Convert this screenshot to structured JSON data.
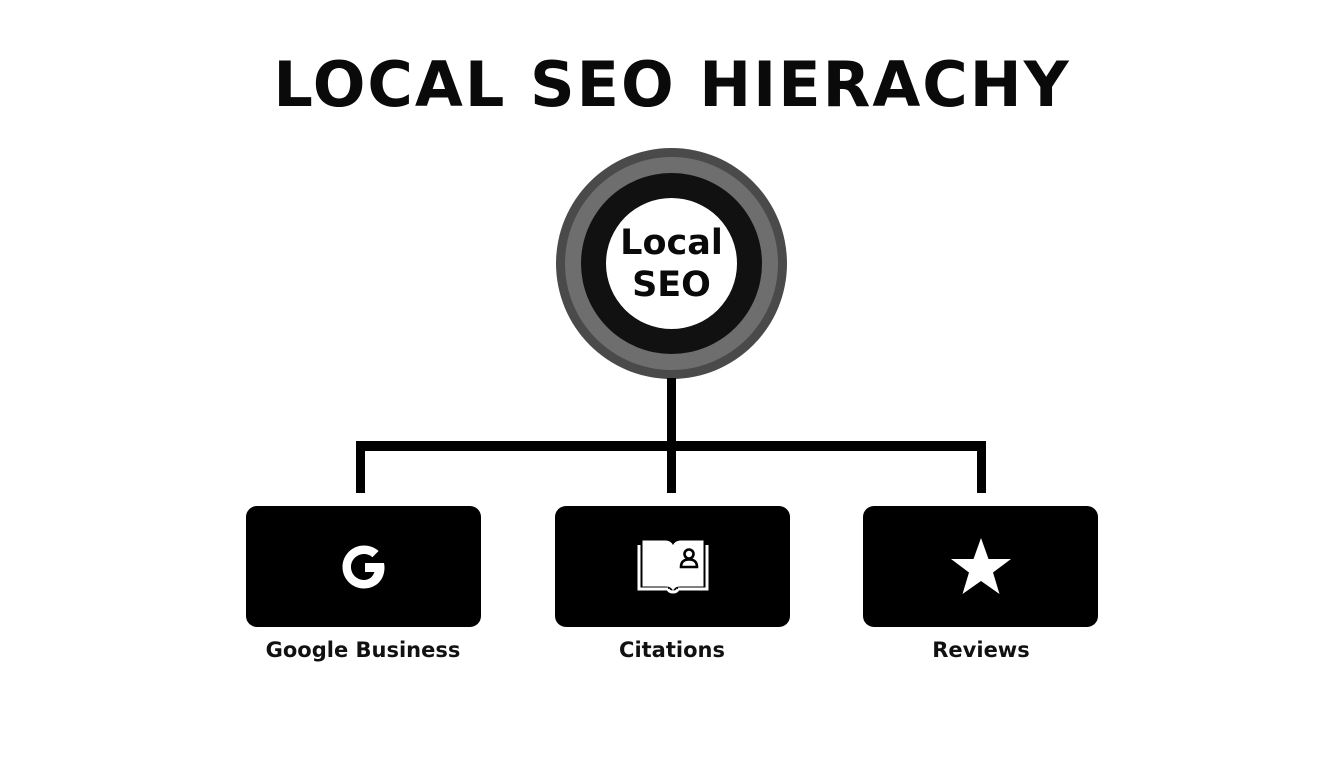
{
  "title": "LOCAL SEO HIERACHY",
  "root": {
    "line1": "Local",
    "line2": "SEO"
  },
  "children": [
    {
      "label": "Google Business",
      "icon": "google-g-icon"
    },
    {
      "label": "Citations",
      "icon": "open-book-person-icon"
    },
    {
      "label": "Reviews",
      "icon": "star-icon"
    }
  ],
  "colors": {
    "background": "#ffffff",
    "box": "#000000",
    "icon": "#ffffff",
    "ring_outer": "#4a4a4a",
    "ring_mid": "#6e6e6e",
    "ring_inner": "#111111"
  }
}
